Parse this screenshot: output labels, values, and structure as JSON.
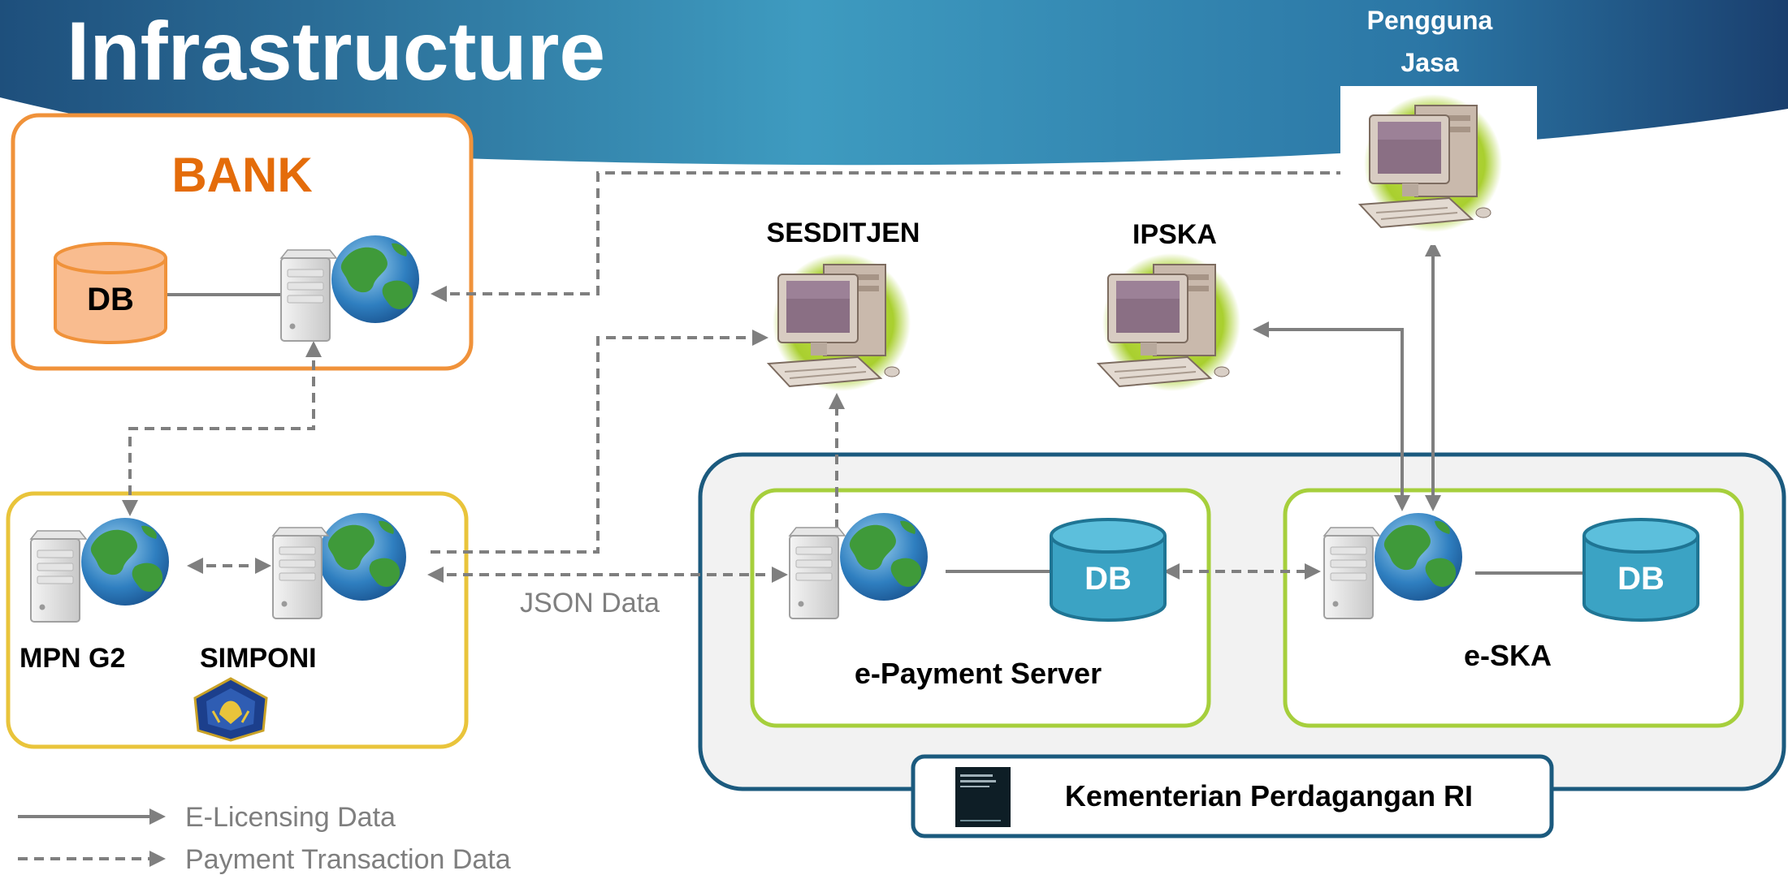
{
  "title": "Infrastructure",
  "colors": {
    "header_dark": "#1d4e7a",
    "header_light": "#3a93b8",
    "bank_orange": "#f0923a",
    "bank_text": "#e46c0a",
    "db_orange_fill": "#f9bc8f",
    "mpn_yellow": "#e9c43b",
    "kemendag_border": "#1b5a7e",
    "green_border": "#a6cf3c",
    "db_teal": "#3ba3c4",
    "line_gray": "#7f7f7f"
  },
  "nodes": {
    "bank": {
      "label": "BANK",
      "db_label": "DB"
    },
    "mpn": {
      "label": "MPN G2"
    },
    "simponi": {
      "label": "SIMPONI"
    },
    "epayment": {
      "label": "e-Payment Server",
      "db_label": "DB"
    },
    "eska": {
      "label": "e-SKA",
      "db_label": "DB"
    },
    "sesditjen": {
      "label": "SESDITJEN"
    },
    "ipska": {
      "label": "IPSKA"
    },
    "pengguna": {
      "label_line1": "Pengguna",
      "label_line2": "Jasa"
    },
    "kemendag": {
      "label": "Kementerian Perdagangan RI"
    }
  },
  "annotations": {
    "json_data": "JSON Data"
  },
  "legend": {
    "solid": "E-Licensing Data",
    "dashed": "Payment Transaction Data"
  }
}
